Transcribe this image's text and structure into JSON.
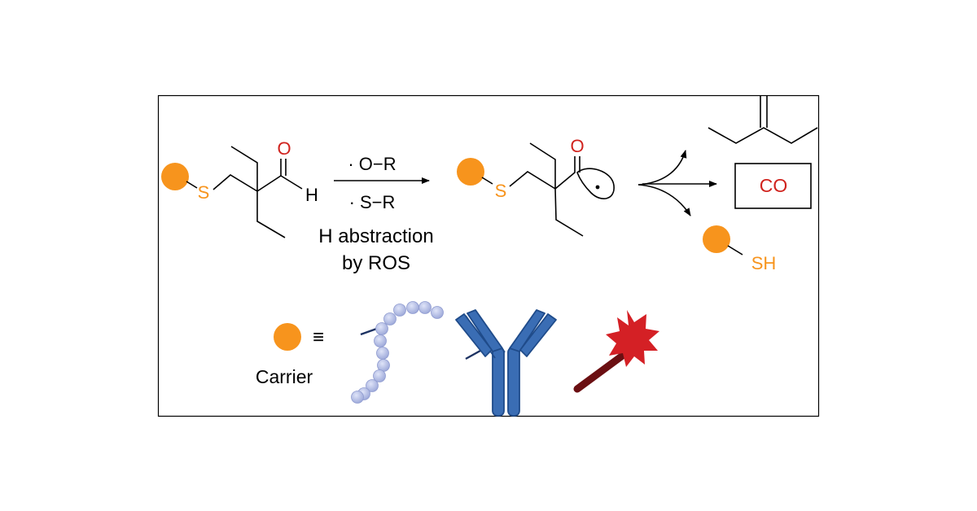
{
  "scheme": {
    "reactant": {
      "sulfur_label": "S",
      "carbonyl_o_label": "O",
      "aldehyde_h_label": "H"
    },
    "conditions": {
      "reagent_1": "· O−R",
      "reagent_2": "· S−R",
      "caption_line_1": "H abstraction",
      "caption_line_2": "by ROS"
    },
    "intermediate": {
      "sulfur_label": "S",
      "acyl_o_label": "O"
    },
    "products": {
      "co_label": "CO",
      "thiol_label": "SH"
    },
    "legend": {
      "equiv_symbol": "≡",
      "carrier_label": "Carrier"
    }
  },
  "colors": {
    "carrier": "#f7941d",
    "sulfur": "#f7941d",
    "oxygen": "#d0231e",
    "bond": "#000000",
    "polymer_bead": "#aab4e0",
    "antibody": "#3a6db4",
    "fluorophore_star": "#d42025",
    "fluorophore_stick": "#6b0f12",
    "linker": "#1d3262"
  },
  "icons": [
    "carrier-bead",
    "polymer-chain-icon",
    "antibody-icon",
    "fluorophore-icon"
  ]
}
